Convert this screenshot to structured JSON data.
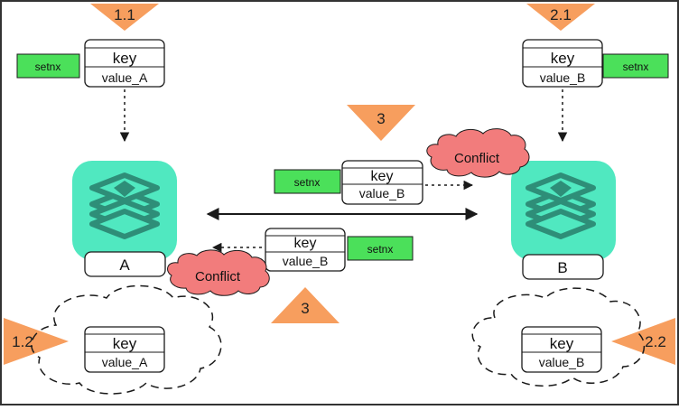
{
  "colors": {
    "marker": "#F79E5E",
    "tag": "#4BE05A",
    "server": "#50E8C0",
    "server_icon": "#2E8E78",
    "conflict": "#F27C7C",
    "stroke": "#1a1a1a"
  },
  "icons": {
    "server": "stacked-layers-icon"
  },
  "markers": {
    "m11": "1.1",
    "m21": "2.1",
    "m12": "1.2",
    "m22": "2.2",
    "m3_top": "3",
    "m3_bottom": "3"
  },
  "records": {
    "a_write": {
      "key": "key",
      "value": "value_A"
    },
    "b_write": {
      "key": "key",
      "value": "value_B"
    },
    "b_to_a": {
      "key": "key",
      "value": "value_B"
    },
    "a_to_b": {
      "key": "key",
      "value": "value_B"
    },
    "a_stored": {
      "key": "key",
      "value": "value_A"
    },
    "b_stored": {
      "key": "key",
      "value": "value_B"
    }
  },
  "tags": {
    "left_top": "setnx",
    "right_top": "setnx",
    "middle_upper": "setnx",
    "middle_lower": "setnx"
  },
  "servers": {
    "a_label": "A",
    "b_label": "B"
  },
  "conflicts": {
    "upper": "Conflict",
    "lower": "Conflict"
  }
}
